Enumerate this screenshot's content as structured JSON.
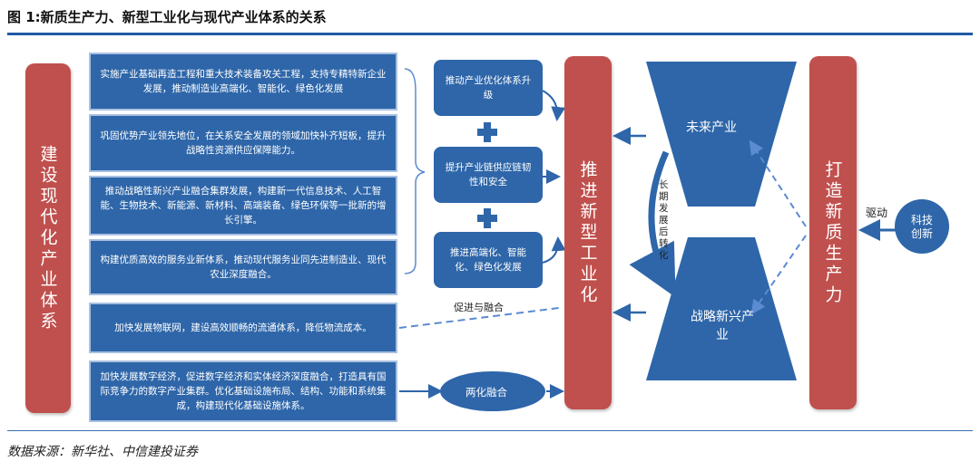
{
  "title": "图 1:新质生产力、新型工业化与现代产业体系的关系",
  "left_bar": "建设现代化产业体系",
  "center_bar": "推进新型工业化",
  "right_bar": "打造新质生产力",
  "left_boxes": [
    "实施产业基础再造工程和重大技术装备攻关工程，支持专精特新企业发展，推动制造业高端化、智能化、绿色化发展",
    "巩固优势产业领先地位，在关系安全发展的领域加快补齐短板，提升战略性资源供应保障能力。",
    "推动战略性新兴产业融合集群发展，构建新一代信息技术、人工智能、生物技术、新能源、新材料、高端装备、绿色环保等一批新的增长引擎。",
    "构建优质高效的服务业新体系，推动现代服务业同先进制造业、现代农业深度融合。",
    "加快发展物联网，建设高效顺畅的流通体系，降低物流成本。",
    "加快发展数字经济，促进数字经济和实体经济深度融合，打造具有国际竞争力的数字产业集群。优化基础设施布局、结构、功能和系统集成，构建现代化基础设施体系。"
  ],
  "mid_boxes": [
    "推动产业优化体系升级",
    "提升产业链供应链韧性和安全",
    "推进高端化、智能化、绿色化发展"
  ],
  "fusion_label": "促进与融合",
  "two_fusion": "两化融合",
  "future_industry": "未来产业",
  "strategic_industry": "战略新兴产业",
  "long_term": "长期发展后转化",
  "drive": "驱动",
  "tech": "科技创新",
  "source": "数据来源：新华社、中信建投证券"
}
